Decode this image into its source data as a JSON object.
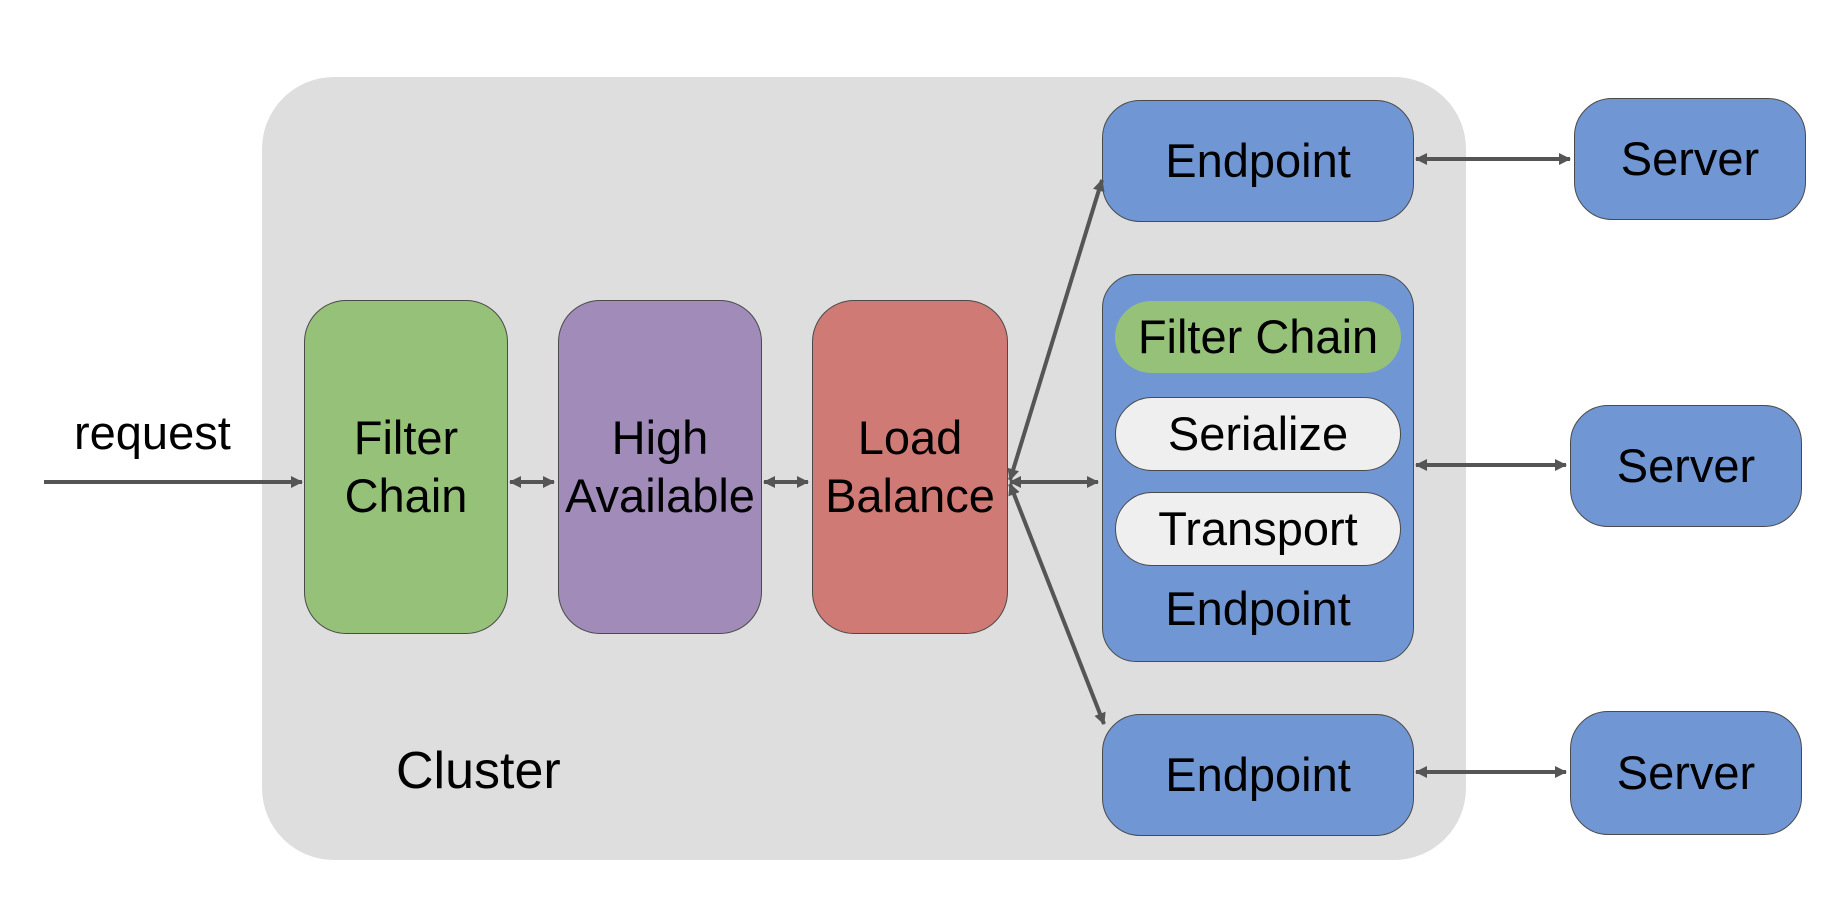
{
  "request_label": "request",
  "cluster": {
    "label": "Cluster",
    "filter_chain": "Filter Chain",
    "high_available": "High Available",
    "load_balance": "Load Balance"
  },
  "endpoints": {
    "top": "Endpoint",
    "middle": {
      "label": "Endpoint",
      "filter_chain": "Filter Chain",
      "serialize": "Serialize",
      "transport": "Transport"
    },
    "bottom": "Endpoint"
  },
  "servers": [
    "Server",
    "Server",
    "Server"
  ],
  "colors": {
    "cluster_bg": "#dedede",
    "filter_chain": "#96c178",
    "high_available": "#a18bb9",
    "load_balance": "#cf7a74",
    "endpoint": "#7096d4",
    "server": "#7096d4",
    "inner_pill": "#efefef",
    "arrow": "#555555"
  }
}
